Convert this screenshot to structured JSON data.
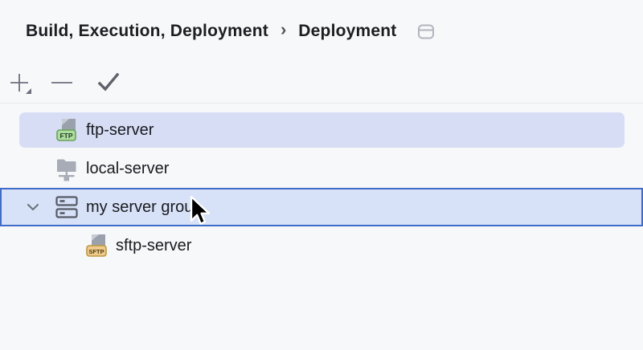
{
  "header": {
    "breadcrumb": [
      {
        "label": "Build, Execution, Deployment"
      },
      {
        "label": "Deployment"
      }
    ],
    "separator": "›",
    "window_icon": "browser-window-icon"
  },
  "toolbar": {
    "buttons": [
      {
        "action": "add",
        "icon": "plus-dropdown-icon"
      },
      {
        "action": "remove",
        "icon": "minus-icon"
      },
      {
        "action": "use-as-default",
        "icon": "check-icon"
      }
    ]
  },
  "tree": {
    "items": [
      {
        "label": "ftp-server",
        "icon": "ftp-server-icon",
        "badge": "FTP",
        "state": "selected",
        "indent": 1
      },
      {
        "label": "local-server",
        "icon": "local-server-icon",
        "badge": "",
        "state": "normal",
        "indent": 1
      },
      {
        "label": "my server group",
        "icon": "server-group-icon",
        "badge": "",
        "state": "drop-target",
        "indent": 1,
        "expanded": true
      },
      {
        "label": "sftp-server",
        "icon": "sftp-server-icon",
        "badge": "SFTP",
        "state": "normal",
        "indent": 2
      }
    ]
  },
  "cursor": {
    "visible": true,
    "over": "my server group"
  },
  "colors": {
    "background": "#F7F8FA",
    "selection_fill": "#D8DDF6",
    "drop_target_fill": "#D7E1F7",
    "drop_target_border": "#3E6CC7",
    "toolbar_icon": "#6C707E",
    "ftp_badge_fill": "#AEDCA2",
    "ftp_badge_border": "#66A457",
    "sftp_badge_fill": "#EECB8D",
    "sftp_badge_border": "#BE9840",
    "separator": "#E7E8EC",
    "text": "#191B20"
  }
}
